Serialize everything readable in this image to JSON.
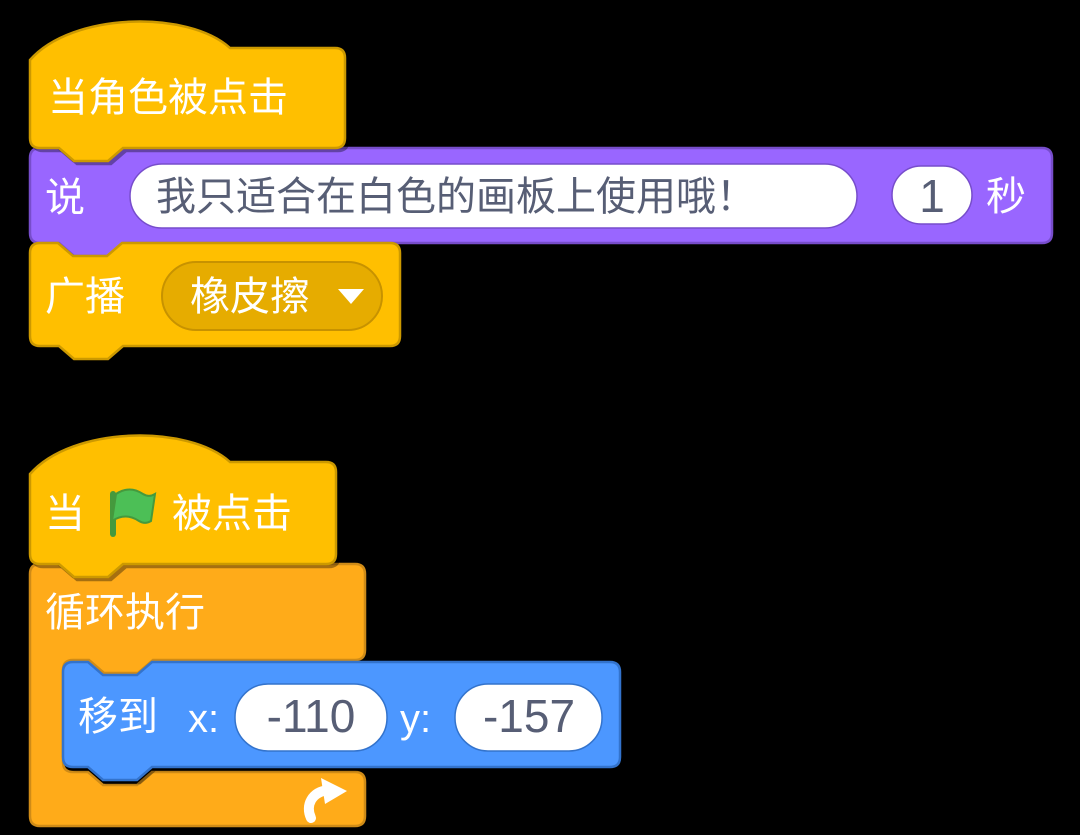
{
  "app": "scratch-block-editor",
  "scripts": {
    "sprite_clicked": {
      "hat_label": "当角色被点击",
      "say": {
        "keyword": "说",
        "message": "我只适合在白色的画板上使用哦！",
        "duration": "1",
        "unit": "秒"
      },
      "broadcast": {
        "keyword": "广播",
        "target": "橡皮擦"
      }
    },
    "flag_clicked": {
      "hat_prefix": "当",
      "hat_suffix": "被点击",
      "forever_label": "循环执行",
      "goto": {
        "keyword": "移到",
        "x_label": "x:",
        "x_value": "-110",
        "y_label": "y:",
        "y_value": "-157"
      }
    }
  },
  "icons": {
    "flag": "green-flag-icon",
    "loop": "loop-arrow-icon",
    "dropdown_caret": "dropdown-caret-icon"
  },
  "colors": {
    "events_yellow": "#FFBF00",
    "events_border": "#CC9900",
    "looks_purple": "#9966FF",
    "looks_border": "#774DCB",
    "control_orange": "#FFAB19",
    "control_border": "#CF8B17",
    "motion_blue": "#4C97FF",
    "motion_border": "#3373CC",
    "field_text": "#575E75",
    "dropdown_fill": "#E6AC00",
    "flag_green": "#4CBF56",
    "background": "#000000"
  }
}
